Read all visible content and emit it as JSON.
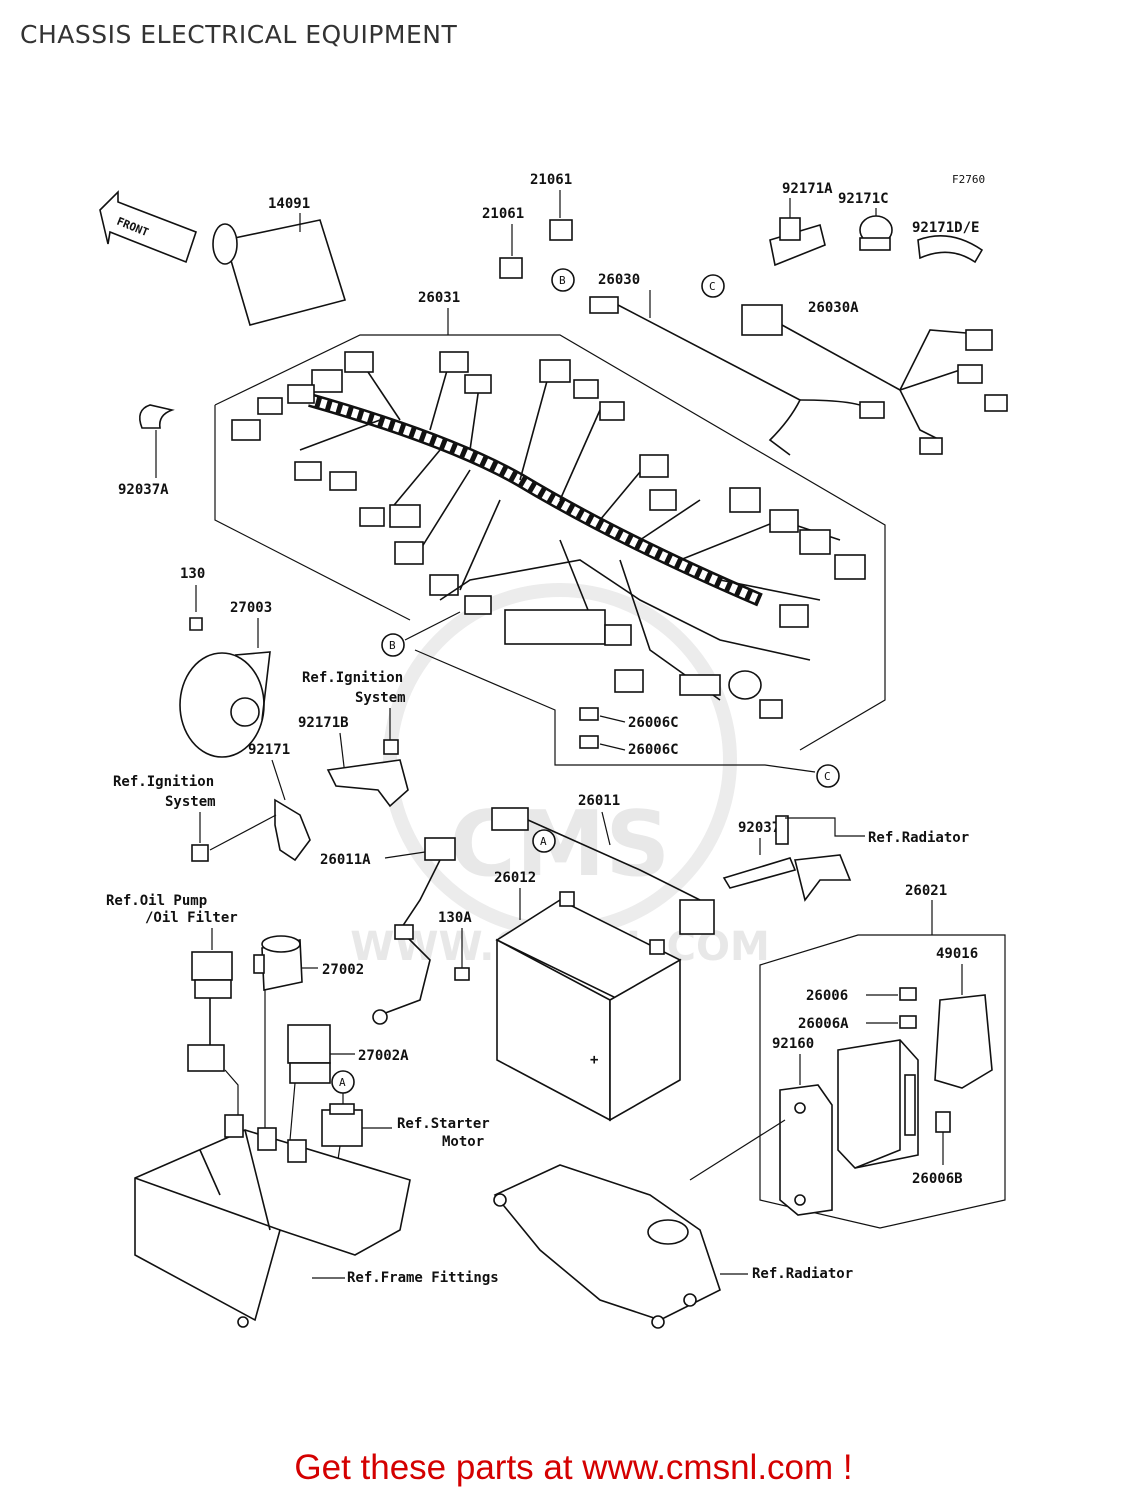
{
  "header": {
    "title": "CHASSIS ELECTRICAL EQUIPMENT"
  },
  "diagram": {
    "code": "F2760",
    "front_label": "FRONT",
    "watermark": {
      "main": "CMS",
      "url": "WWW.CMSNL.COM"
    },
    "callouts": {
      "p14091": "14091",
      "p21061a": "21061",
      "p21061b": "21061",
      "p92171A": "92171A",
      "p92171C": "92171C",
      "p92171DE": "92171D/E",
      "p26030": "26030",
      "p26030A": "26030A",
      "p26031": "26031",
      "p92037A": "92037A",
      "p130": "130",
      "p27003": "27003",
      "p92171B": "92171B",
      "p92171": "92171",
      "p26006C_1": "26006C",
      "p26006C_2": "26006C",
      "p26011": "26011",
      "p26011A": "26011A",
      "p92037": "92037",
      "p26012": "26012",
      "p130A": "130A",
      "p27002": "27002",
      "p27002A": "27002A",
      "p26021": "26021",
      "p49016": "49016",
      "p26006": "26006",
      "p26006A": "26006A",
      "p92160": "92160",
      "p26006B": "26006B"
    },
    "refs": {
      "ign1_l1": "Ref.Ignition",
      "ign1_l2": "System",
      "ign2_l1": "Ref.Ignition",
      "ign2_l2": "System",
      "radiator1": "Ref.Radiator",
      "oil_l1": "Ref.Oil Pump",
      "oil_l2": "/Oil Filter",
      "starter_l1": "Ref.Starter",
      "starter_l2": "Motor",
      "frame": "Ref.Frame Fittings",
      "radiator2": "Ref.Radiator"
    },
    "markers": {
      "B": "B",
      "C": "C",
      "A": "A"
    }
  },
  "footer": {
    "text": "Get these parts at www.cmsnl.com !"
  }
}
